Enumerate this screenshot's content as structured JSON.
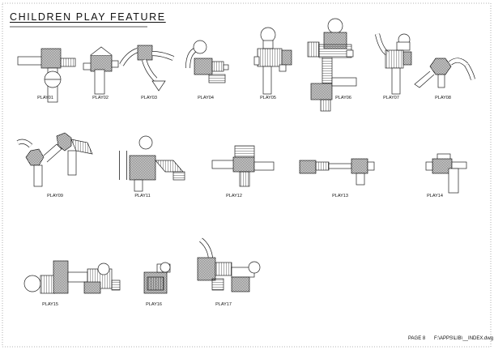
{
  "sheet": {
    "title": "CHILDREN PLAY FEATURE",
    "page_label": "PAGE 8",
    "file_path": "F:\\APPS\\LIB\\__INDEX.dwg"
  },
  "features": [
    {
      "id": "play01",
      "label": "PLAY01"
    },
    {
      "id": "play02",
      "label": "PLAY02"
    },
    {
      "id": "play03",
      "label": "PLAY03"
    },
    {
      "id": "play04",
      "label": "PLAY04"
    },
    {
      "id": "play05",
      "label": "PLAY05"
    },
    {
      "id": "play06",
      "label": "PLAY06"
    },
    {
      "id": "play07",
      "label": "PLAY07"
    },
    {
      "id": "play08",
      "label": "PLAY08"
    },
    {
      "id": "play09",
      "label": "PLAY09"
    },
    {
      "id": "play11",
      "label": "PLAY11"
    },
    {
      "id": "play12",
      "label": "PLAY12"
    },
    {
      "id": "play13",
      "label": "PLAY13"
    },
    {
      "id": "play14",
      "label": "PLAY14"
    },
    {
      "id": "play15",
      "label": "PLAY15"
    },
    {
      "id": "play16",
      "label": "PLAY16"
    },
    {
      "id": "play17",
      "label": "PLAY17"
    }
  ],
  "colors": {
    "line": "#222222",
    "border": "#9a9a9a",
    "hatch": "#555555"
  }
}
